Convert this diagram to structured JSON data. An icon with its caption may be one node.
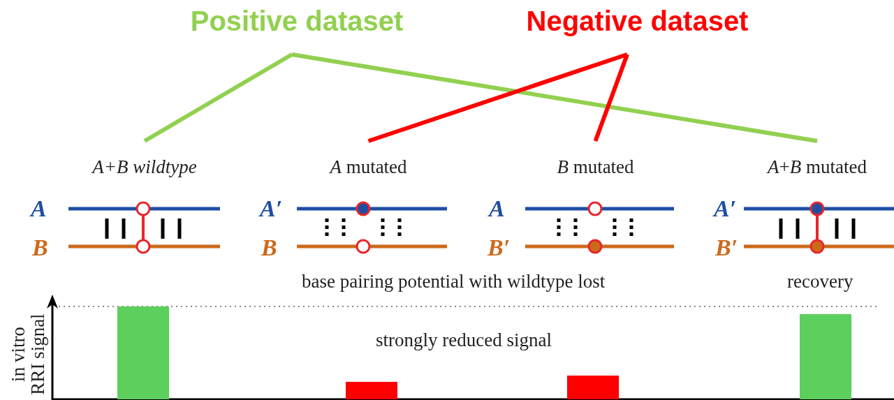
{
  "diagram": {
    "nodes": [
      {
        "text": [
          "Positive dataset"
        ]
      },
      {
        "text": [
          "Negative dataset"
        ]
      },
      {
        "text": [
          "A+B wildtype"
        ]
      },
      {
        "text": [
          "*A* mutated"
        ]
      },
      {
        "text": [
          "*B* mutated"
        ]
      },
      {
        "text": [
          "*A*+*B* mutated"
        ]
      }
    ],
    "edges": [
      {
        "from": 0,
        "to": 2,
        "arrow": "none",
        "color": "#92d050"
      },
      {
        "from": 0,
        "to": 5,
        "arrow": "none",
        "color": "#92d050"
      },
      {
        "from": 1,
        "to": 3,
        "arrow": "none",
        "color": "#ff0000"
      },
      {
        "from": 1,
        "to": 4,
        "arrow": "none",
        "color": "#ff0000"
      }
    ],
    "labels": [
      "A",
      "B",
      "A′",
      "B",
      "A",
      "B′",
      "A′",
      "B′",
      "base pairing potential with wildtype lost",
      "recovery",
      "in vitro RRI signal",
      "strongly reduced signal"
    ]
  }
}
